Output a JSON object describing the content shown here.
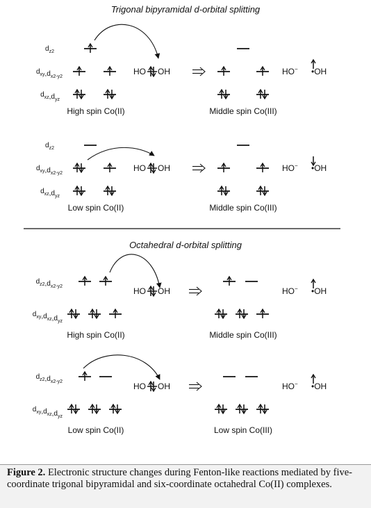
{
  "sections": {
    "tbp_title": "Trigonal bipyramidal d-orbital splitting",
    "oct_title": "Octahedral d-orbital splitting"
  },
  "orbital_labels": {
    "dz2": {
      "main": "d",
      "sub": "z2"
    },
    "dxy_dx2y2": [
      {
        "main": "d",
        "sub": "xy"
      },
      {
        "main": ",d",
        "sub": "x2-y2"
      }
    ],
    "dxz_dyz": [
      {
        "main": "d",
        "sub": "xz"
      },
      {
        "main": ",d",
        "sub": "yz"
      }
    ],
    "dz2_dx2y2": [
      {
        "main": "d",
        "sub": "z2"
      },
      {
        "main": ",d",
        "sub": "x2-y2"
      }
    ],
    "dxy_dxz_dyz": [
      {
        "main": "d",
        "sub": "xy"
      },
      {
        "main": ",d",
        "sub": "xz"
      },
      {
        "main": ",d",
        "sub": "yz"
      }
    ]
  },
  "species": {
    "peroxide_left": "HO",
    "peroxide_right": "OH",
    "hydroxide": "HO",
    "hydroxide_charge": "−",
    "radical": "•OH"
  },
  "panels": [
    {
      "id": "tbp-hs",
      "left_label": "High spin Co(II)",
      "right_label": "Middle spin Co(III)",
      "radical_spin": "up"
    },
    {
      "id": "tbp-ls",
      "left_label": "Low spin Co(II)",
      "right_label": "Middle spin Co(III)",
      "radical_spin": "down"
    },
    {
      "id": "oct-hs",
      "left_label": "High spin Co(II)",
      "right_label": "Middle spin Co(III)",
      "radical_spin": "up"
    },
    {
      "id": "oct-ls",
      "left_label": "Low spin Co(II)",
      "right_label": "Low spin Co(III)",
      "radical_spin": "up"
    }
  ],
  "caption": {
    "label": "Figure 2.",
    "text": " Electronic structure changes during Fenton-like reactions mediated by five-coordinate trigonal bipyramidal and six-coordinate octahedral Co(II) complexes."
  }
}
